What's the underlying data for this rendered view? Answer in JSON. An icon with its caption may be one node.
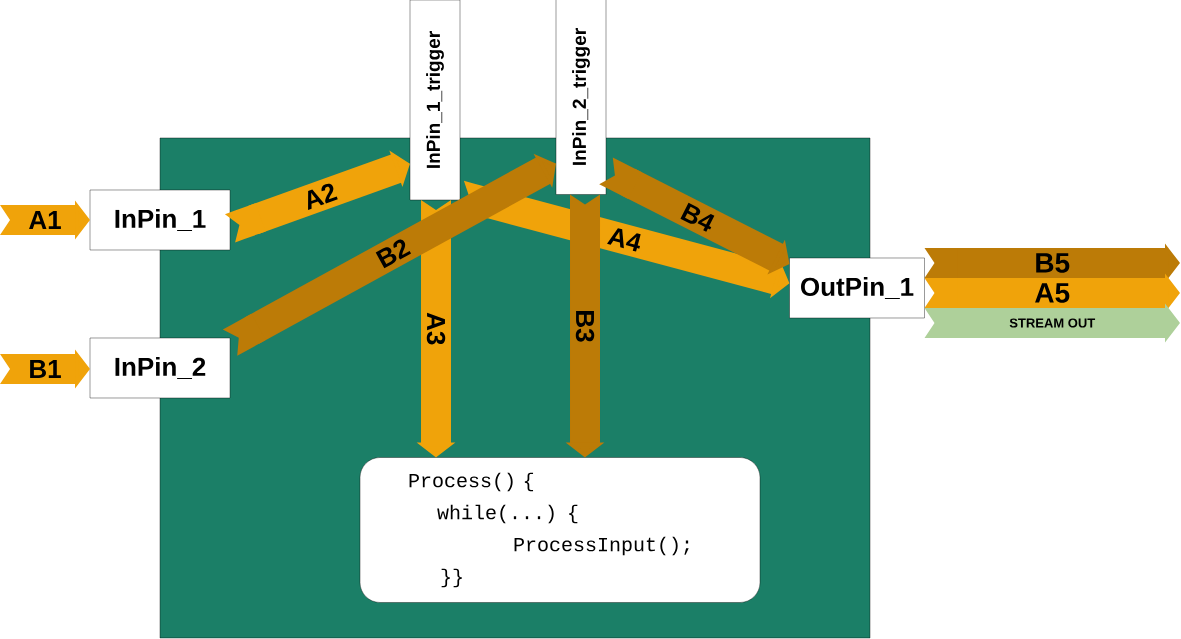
{
  "diagram": {
    "nodes": [
      {
        "text": [],
        "shape": "box"
      },
      {
        "text": [
          "InPin_1"
        ]
      },
      {
        "text": [
          "InPin_1_trigger"
        ]
      },
      {
        "text": [
          "InPin_2_trigger"
        ]
      },
      {
        "text": [
          "InPin_2"
        ]
      },
      {
        "text": [
          "OutPin_1"
        ]
      },
      {
        "text": [
          "Process() {",
          "while(...) {",
          "ProcessInput();",
          "}}"
        ],
        "in": 0
      }
    ],
    "edges": [
      {
        "from": null,
        "to": 1,
        "arrow": "to",
        "label": "A1"
      },
      {
        "from": null,
        "to": 4,
        "arrow": "to",
        "label": "B1"
      },
      {
        "from": 1,
        "to": 2,
        "arrow": "to",
        "label": "A2"
      },
      {
        "from": 4,
        "to": 3,
        "arrow": "to",
        "label": "B2",
        "color": "#bc7b07"
      },
      {
        "from": 2,
        "to": 6,
        "arrow": "to",
        "label": "A3"
      },
      {
        "from": 3,
        "to": 6,
        "arrow": "to",
        "label": "B3",
        "color": "#bc7b07"
      },
      {
        "from": 2,
        "to": 5,
        "arrow": "to",
        "label": "A4"
      },
      {
        "from": 3,
        "to": 5,
        "arrow": "to",
        "label": "B4",
        "color": "#bc7b07"
      },
      {
        "from": 5,
        "to": null,
        "arrow": "to",
        "label": "B5",
        "color": "#bc7b07"
      },
      {
        "from": 5,
        "to": null,
        "arrow": "to",
        "label": "A5"
      },
      {
        "from": 5,
        "to": null,
        "arrow": "to",
        "label": "STREAM OUT",
        "color": "#aed09a"
      }
    ]
  }
}
